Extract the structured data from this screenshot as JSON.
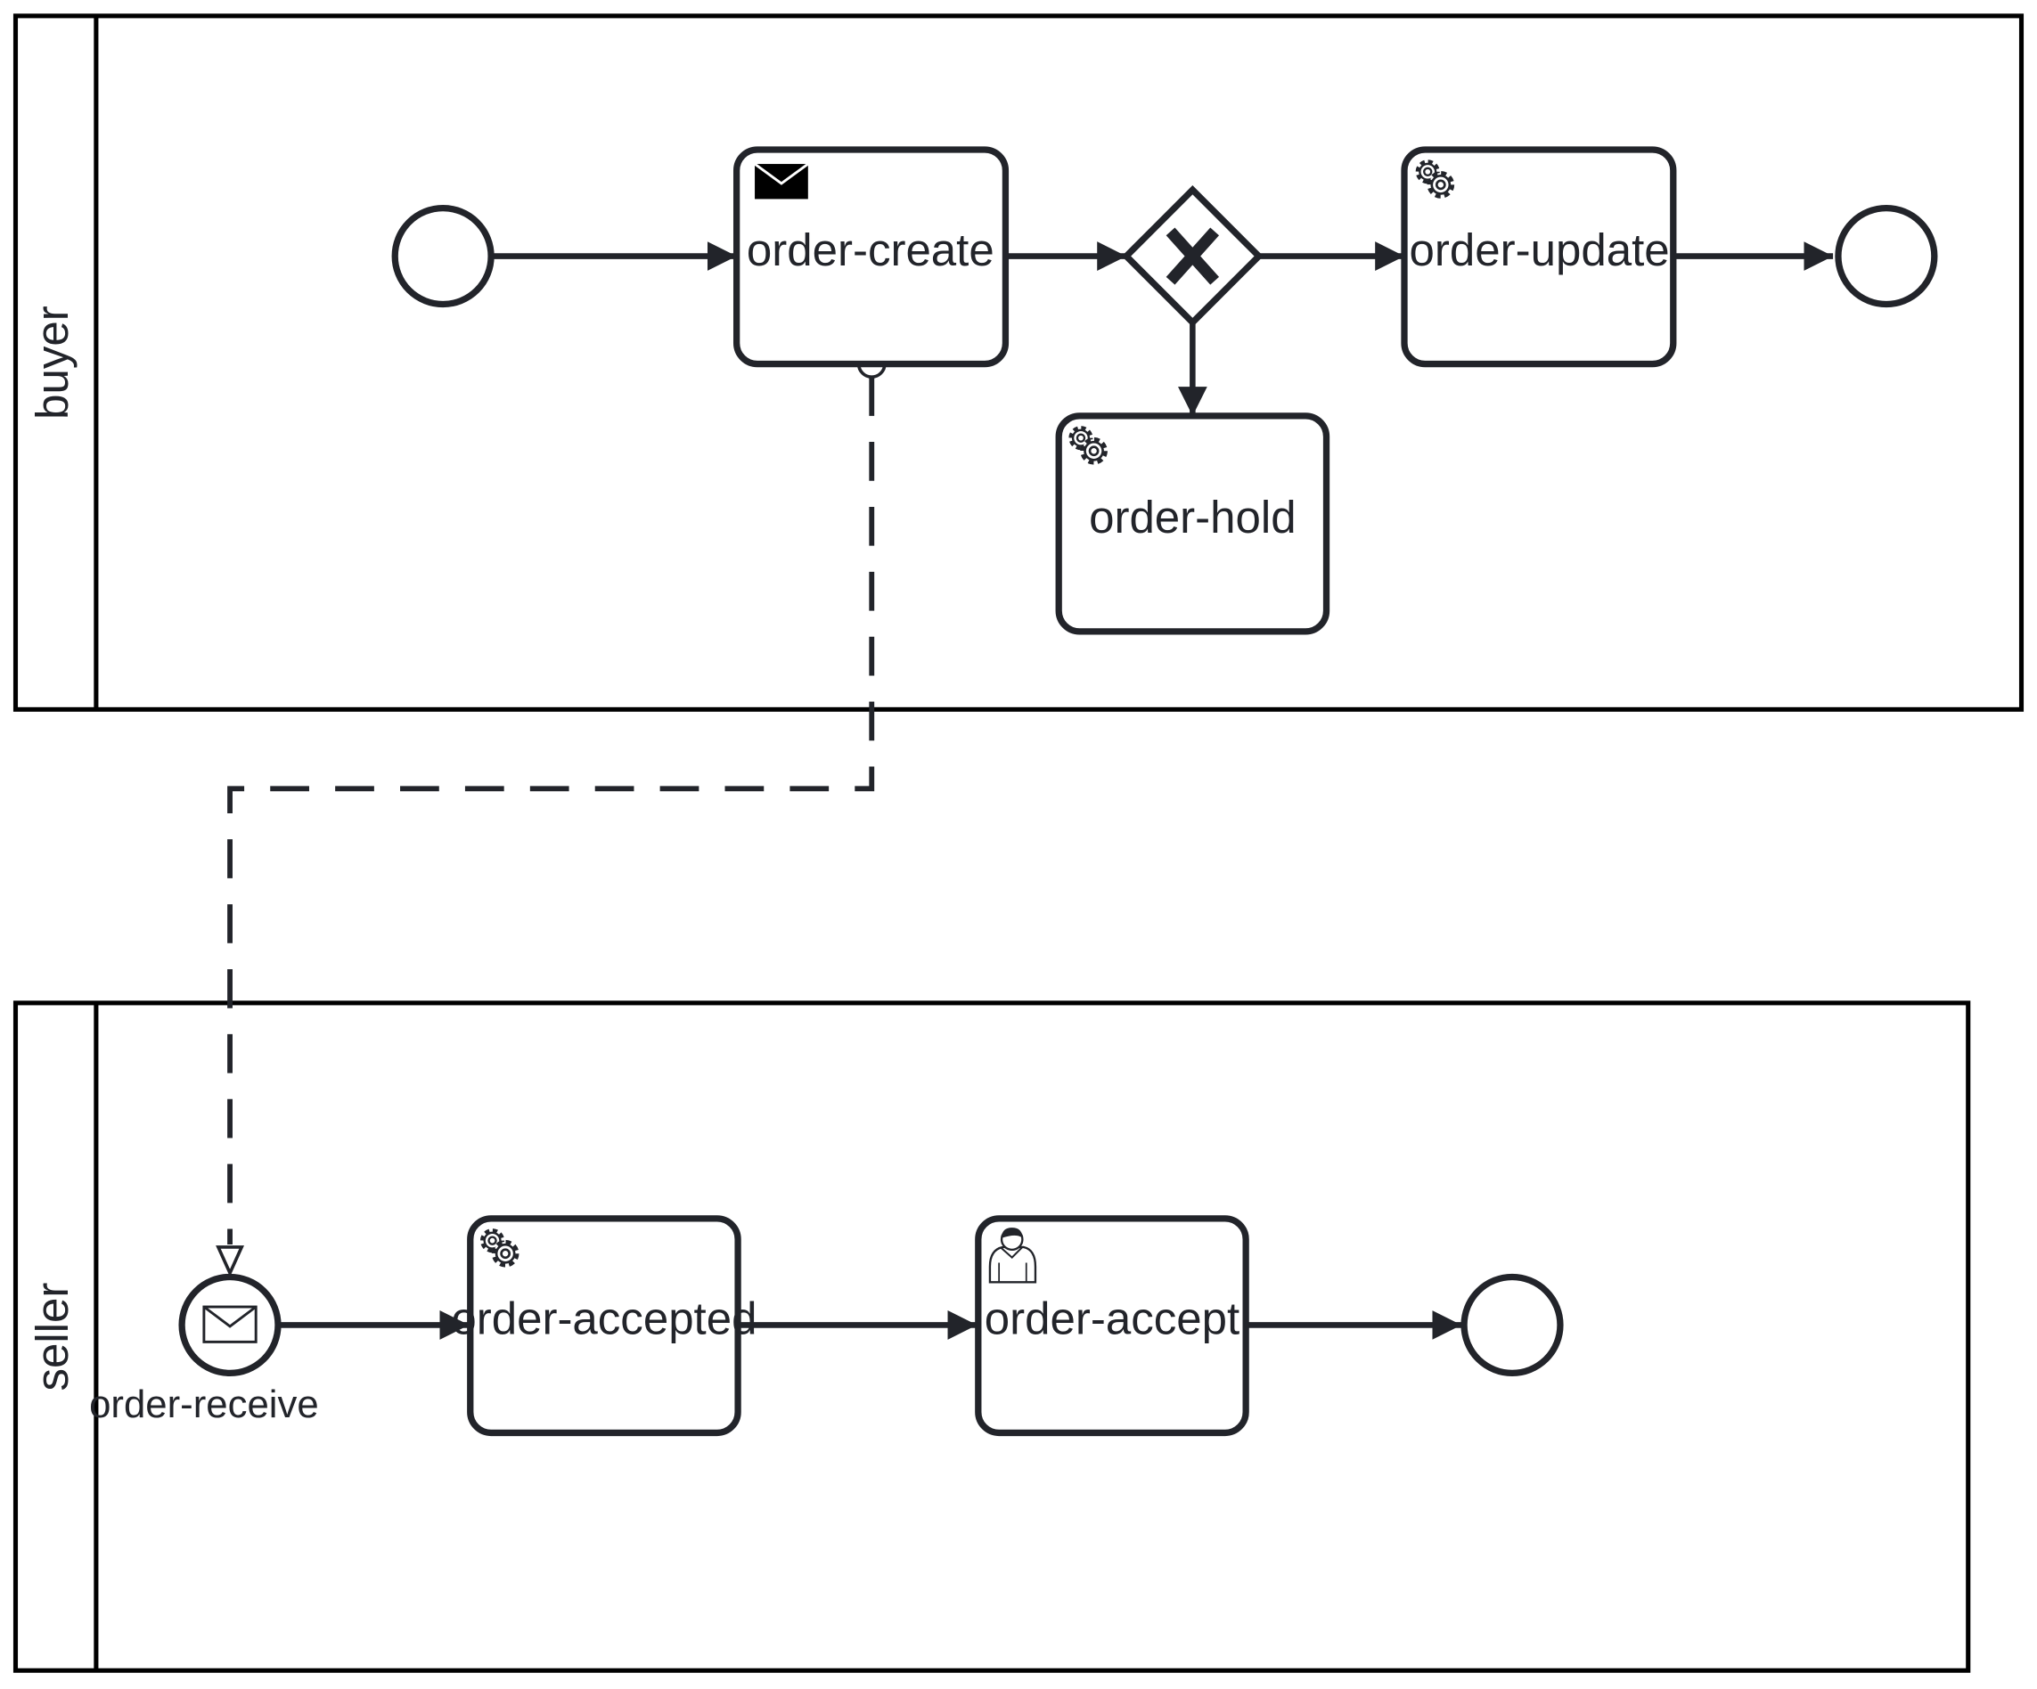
{
  "pools": {
    "buyer": {
      "label": "buyer"
    },
    "seller": {
      "label": "seller"
    }
  },
  "tasks": {
    "order_create": {
      "label": "order-create",
      "type": "send-task",
      "icon": "envelope-icon"
    },
    "order_update": {
      "label": "order-update",
      "type": "service-task",
      "icon": "gear-icon"
    },
    "order_hold": {
      "label": "order-hold",
      "type": "service-task",
      "icon": "gear-icon"
    },
    "order_accepted": {
      "label": "order-accepted",
      "type": "service-task",
      "icon": "gear-icon"
    },
    "order_accept": {
      "label": "order-accept",
      "type": "user-task",
      "icon": "user-icon"
    }
  },
  "events": {
    "buyer_start": {
      "type": "start-event"
    },
    "buyer_end": {
      "type": "end-event"
    },
    "order_receive": {
      "label": "order-receive",
      "type": "message-start-event",
      "icon": "envelope-icon"
    },
    "seller_end": {
      "type": "end-event"
    }
  },
  "gateways": {
    "exclusive": {
      "type": "exclusive-gateway",
      "icon": "x-marker-icon"
    }
  },
  "colors": {
    "stroke": "#22242a",
    "fill": "#ffffff"
  }
}
